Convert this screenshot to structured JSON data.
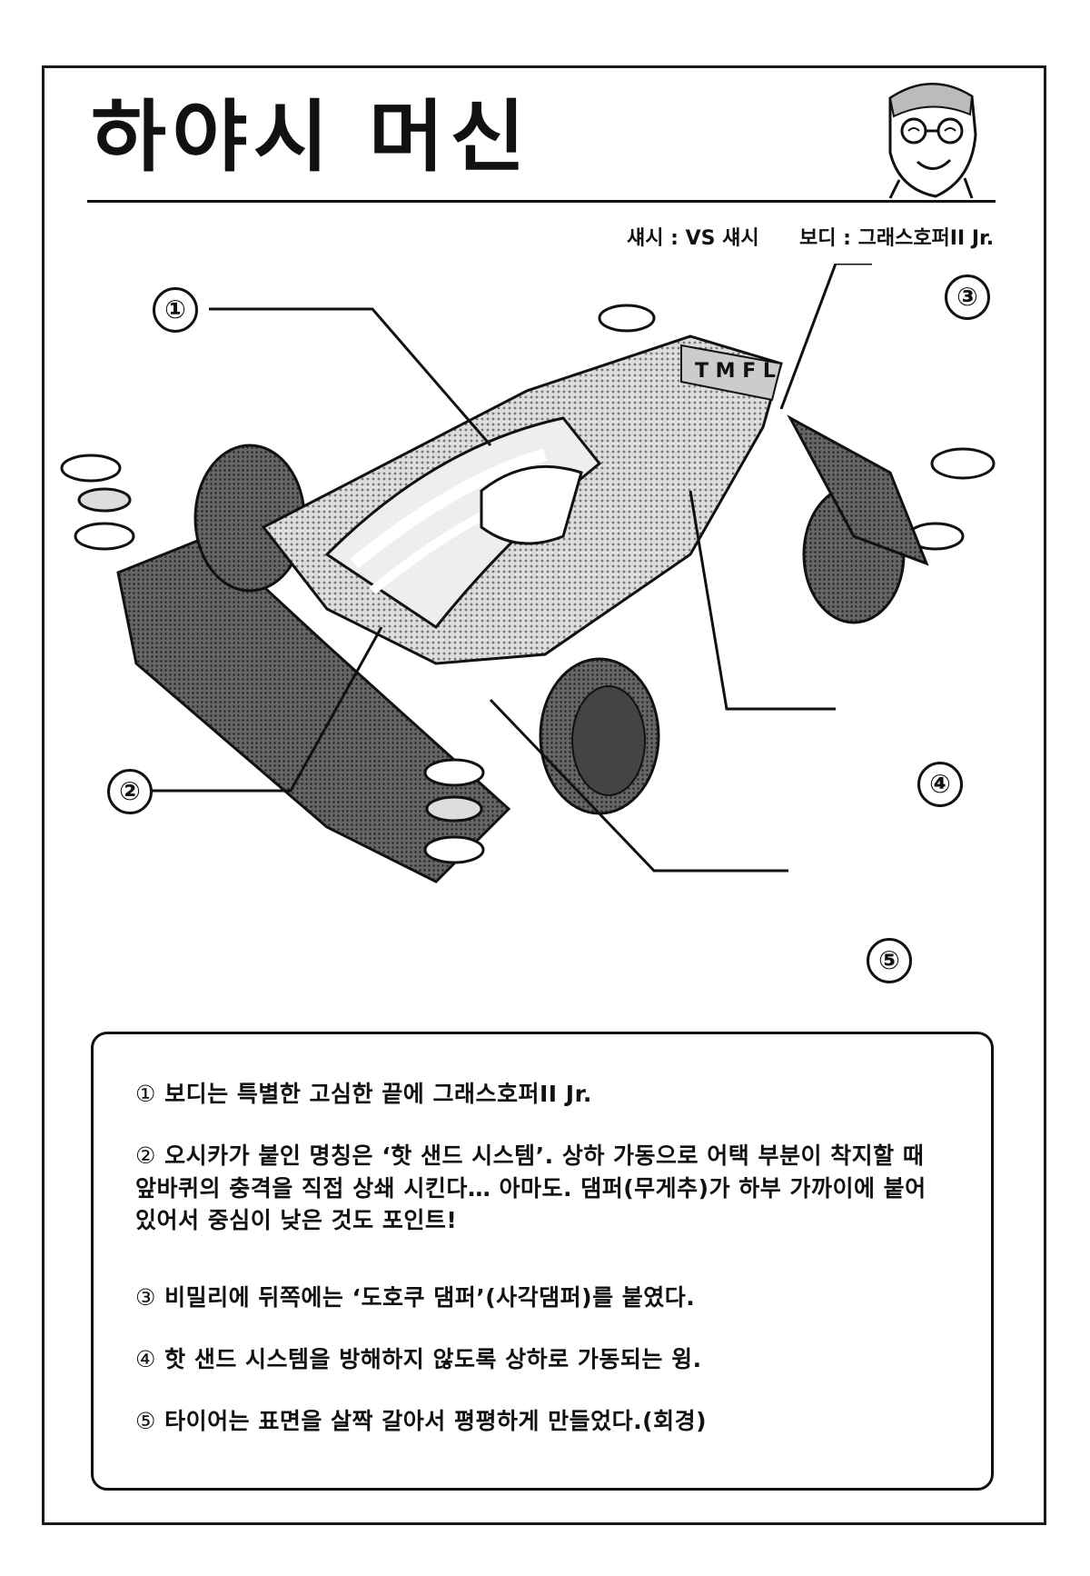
{
  "header": {
    "title": "하야시 머신",
    "chassis": "섀시 : VS 섀시",
    "body": "보디 : 그래스호퍼II Jr."
  },
  "callouts": [
    "①",
    "②",
    "③",
    "④",
    "⑤"
  ],
  "notes": [
    {
      "num": "①",
      "text": "보디는 특별한 고심한 끝에 그래스호퍼II Jr."
    },
    {
      "num": "②",
      "text": "오시카가 붙인 명칭은 ‘핫 샌드 시스템’. 상하 가동으로 어택 부분이 착지할 때 앞바퀴의 충격을 직접 상쇄 시킨다… 아마도. 댐퍼(무게추)가 하부 가까이에 붙어 있어서 중심이 낮은 것도 포인트!"
    },
    {
      "num": "③",
      "text": "비밀리에 뒤쪽에는 ‘도호쿠 댐퍼’(사각댐퍼)를 붙였다."
    },
    {
      "num": "④",
      "text": "핫 샌드 시스템을 방해하지 않도록 상하로 가동되는 윙."
    },
    {
      "num": "⑤",
      "text": "타이어는 표면을 살짝 갈아서 평평하게 만들었다.(회경)"
    }
  ],
  "car_decal": "T M F L"
}
